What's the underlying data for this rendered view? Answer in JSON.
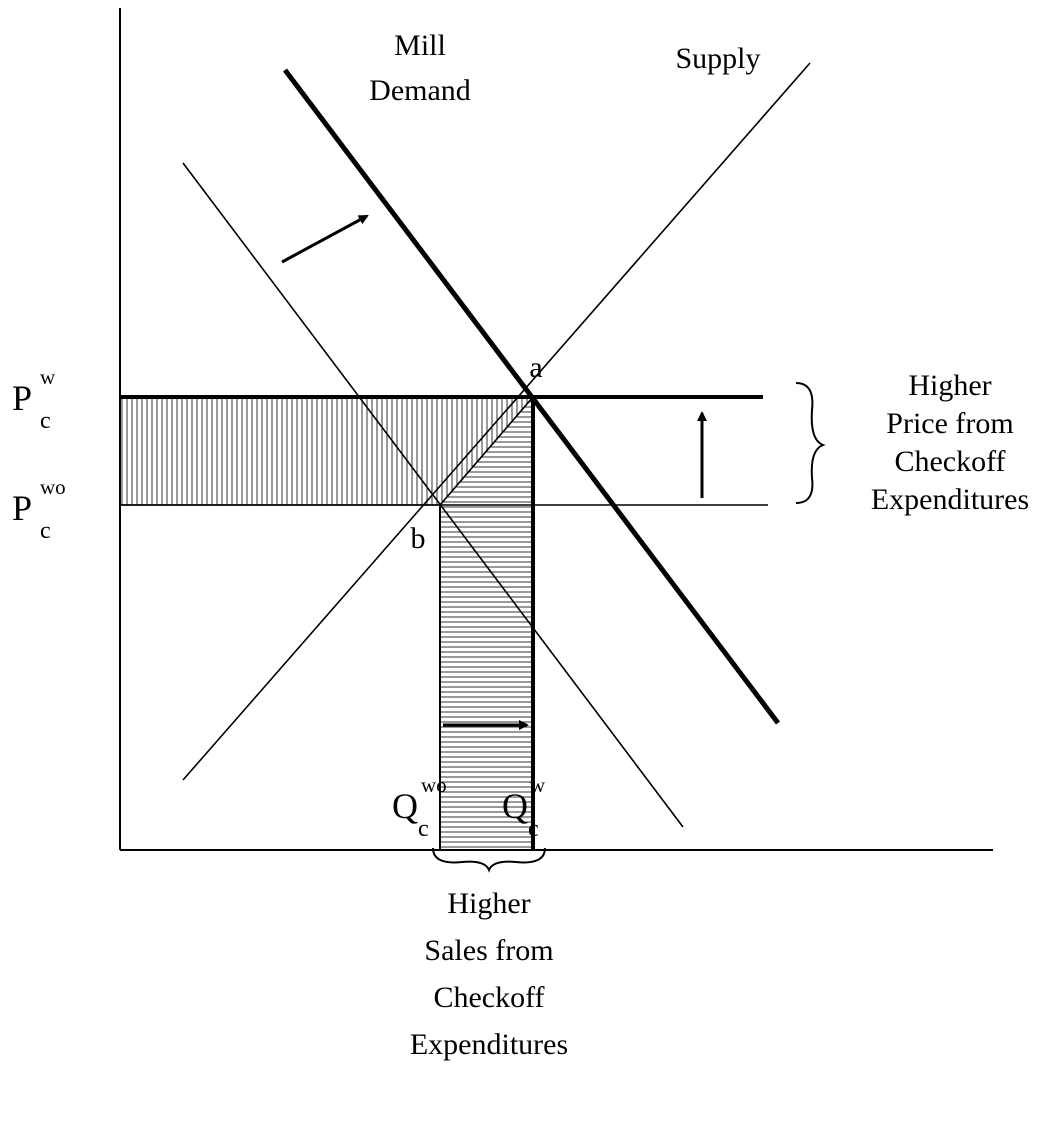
{
  "labels": {
    "demand_line1": "Mill",
    "demand_line2": "Demand",
    "supply": "Supply",
    "point_a": "a",
    "point_b": "b"
  },
  "axis_labels": {
    "p_with_main": "P",
    "p_with_sub": "c",
    "p_with_sup": "w",
    "p_without_main": "P",
    "p_without_sub": "c",
    "p_without_sup": "wo",
    "q_without_main": "Q",
    "q_without_sub": "c",
    "q_without_sup": "wo",
    "q_with_main": "Q",
    "q_with_sub": "c",
    "q_with_sup": "w"
  },
  "annotations": {
    "price_line1": "Higher",
    "price_line2": "Price from",
    "price_line3": "Checkoff",
    "price_line4": "Expenditures",
    "sales_line1": "Higher",
    "sales_line2": "Sales from",
    "sales_line3": "Checkoff",
    "sales_line4": "Expenditures"
  },
  "colors": {
    "ink": "#000000",
    "hatch_area": "#333333"
  }
}
